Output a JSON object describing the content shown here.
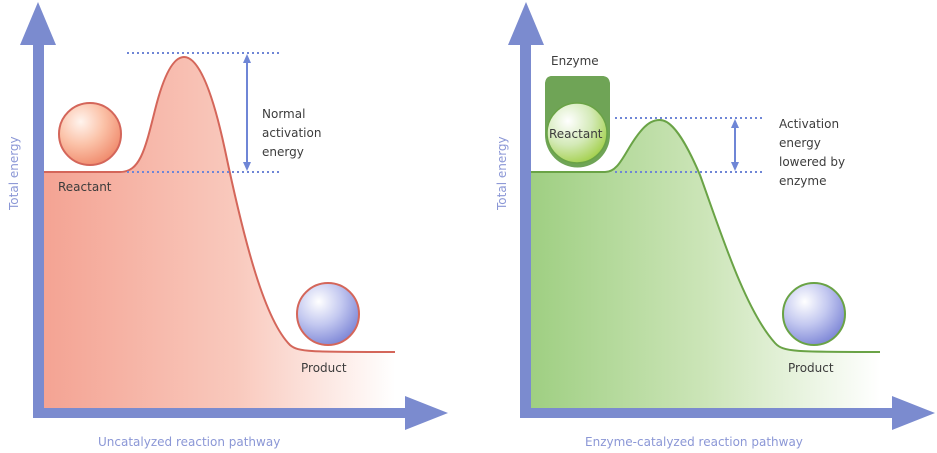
{
  "colors": {
    "axis": "#7b8bcf",
    "axis_label": "#8b97d6",
    "guide": "#6f86d6",
    "text": "#3c3c3c",
    "uncatalyzed_stroke": "#d4665a",
    "uncatalyzed_fill": "#f6a898",
    "catalyzed_stroke": "#6aa346",
    "catalyzed_fill": "#a6d38a",
    "enzyme": "#6fa456",
    "product_ball": "#9aa3e6"
  },
  "panels": [
    {
      "id": "uncatalyzed",
      "y_axis_label": "Total energy",
      "x_axis_label": "Uncatalyzed reaction pathway",
      "reactant_label": "Reactant",
      "product_label": "Product",
      "annotation_lines": [
        "Normal",
        "activation",
        "energy"
      ]
    },
    {
      "id": "catalyzed",
      "y_axis_label": "Total energy",
      "x_axis_label": "Enzyme-catalyzed reaction pathway",
      "enzyme_label": "Enzyme",
      "reactant_label": "Reactant",
      "product_label": "Product",
      "annotation_lines": [
        "Activation",
        "energy",
        "lowered by",
        "enzyme"
      ]
    }
  ]
}
